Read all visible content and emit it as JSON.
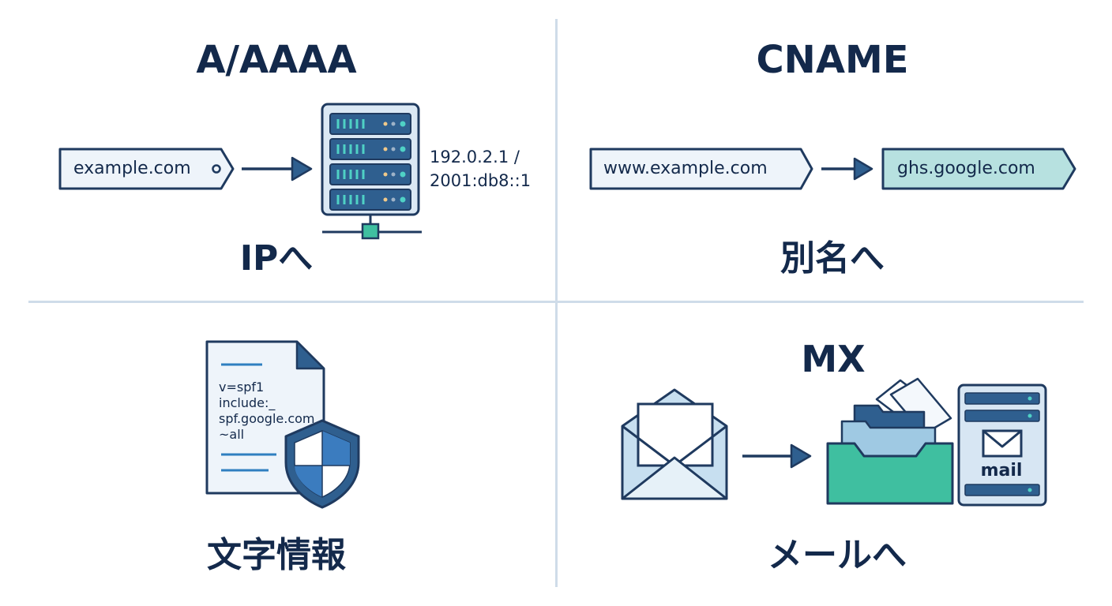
{
  "quadrants": {
    "a_record": {
      "title": "A/AAAA",
      "domain_tag": "example.com",
      "ip_lines": [
        "192.0.2.1 /",
        "2001:db8::1"
      ],
      "caption": "IPへ"
    },
    "cname": {
      "title": "CNAME",
      "source_tag": "www.example.com",
      "target_tag": "ghs.google.com",
      "caption": "別名へ"
    },
    "txt": {
      "doc_lines": [
        "v=spf1",
        "include:_",
        "spf.google.com",
        "~all"
      ],
      "caption": "文字情報"
    },
    "mx": {
      "title": "MX",
      "server_label": "mail",
      "caption": "メールへ"
    }
  },
  "colors": {
    "ink": "#13294b",
    "outline": "#1f3a5f",
    "server_blue": "#2f5f8f",
    "teal": "#3fbfa0",
    "light_teal": "#b7e1e0",
    "pale_blue": "#eef4fa",
    "divider": "#cfdce9"
  }
}
